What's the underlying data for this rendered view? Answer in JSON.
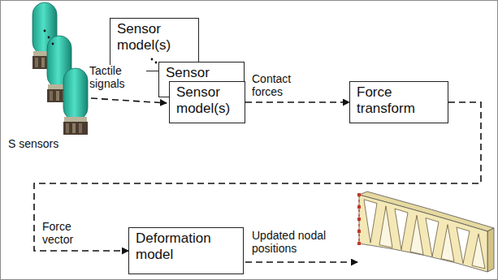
{
  "diagram": {
    "nodes": [
      {
        "text": [
          "Sensor model(s)"
        ]
      },
      {
        "text": [
          "Sensor"
        ]
      },
      {
        "text": [
          "Sensor model(s)"
        ]
      },
      {
        "text": [
          "Force transform"
        ]
      },
      {
        "text": [
          "Deformation model"
        ]
      }
    ],
    "edges": [
      {
        "from": 2,
        "to": 3,
        "label": "Contact forces",
        "arrow": "to"
      },
      {
        "from": 3,
        "to": 4,
        "label": "Force vector",
        "arrow": "to"
      }
    ],
    "labels": [
      "Tactile signals",
      "S sensors",
      "Updated nodal positions"
    ]
  }
}
